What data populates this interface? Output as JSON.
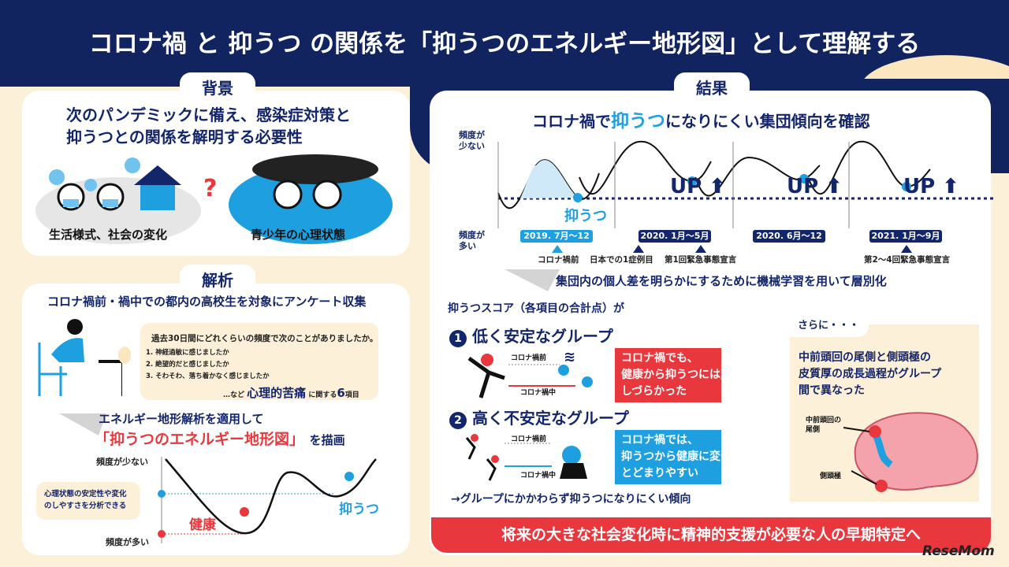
{
  "title": "コロナ禍 と 抑うつ の関係を「抑うつのエネルギー地形図」として理解する",
  "background": {
    "tab": "背景",
    "heading_line1": "次のパンデミックに備え、感染症対策と",
    "heading_line2": "抑うつとの関係を解明する必要性",
    "left_label": "生活様式、社会の変化",
    "right_label": "青少年の心理状態",
    "question": "?"
  },
  "analysis": {
    "tab": "解析",
    "heading": "コロナ禍前・禍中での都内の高校生を対象にアンケート収集",
    "survey_question": "過去30日間にどれくらいの頻度で次のことがありましたか。",
    "items": [
      "1. 神経過敏に感じましたか",
      "2. 絶望的だと感じましたか",
      "3. そわそわ、落ち着かなく感じましたか"
    ],
    "etc_prefix": "…など",
    "etc_keyword": "心理的苦痛",
    "etc_suffix": "に関する",
    "etc_count": "6",
    "etc_unit": "項目",
    "apply_line": "エネルギー地形解析を適用して",
    "map_title": "「抑うつのエネルギー地形図」",
    "map_suffix": "を描画",
    "axis_top": "頻度が少ない",
    "axis_bottom": "頻度が多い",
    "note": "心理状態の安定性や変化のしやすさを分析できる",
    "healthy": "健康",
    "depressed": "抑うつ"
  },
  "results": {
    "tab": "結果",
    "heading_pre": "コロナ禍で",
    "heading_key": "抑うつ",
    "heading_post": "になりにくい集団傾向を確認",
    "axis_top": "頻度が少ない",
    "axis_bottom": "頻度が多い",
    "depressed": "抑うつ",
    "up": "UP",
    "periods": [
      "2019. 7月～12月",
      "2020. 1月～5月",
      "2020. 6月～12月",
      "2021. 1月～9月"
    ],
    "events": [
      "コロナ禍前",
      "日本での1症例目",
      "第1回緊急事態宣言",
      "第2～4回緊急事態宣言"
    ],
    "stratify": "集団内の個人差を明らかにするために機械学習を用いて層別化",
    "score_label": "抑うつスコア（各項目の合計点）が",
    "group1": {
      "num": "1",
      "title": "低く安定なグループ",
      "before": "コロナ禍前",
      "during": "コロナ禍中",
      "result": [
        "コロナ禍でも、",
        "健康から抑うつには変化",
        "しづらかった"
      ]
    },
    "group2": {
      "num": "2",
      "title": "高く不安定なグループ",
      "before": "コロナ禍前",
      "during": "コロナ禍中",
      "result": [
        "コロナ禍では、",
        "抑うつから健康に変化して",
        "とどまりやすい"
      ]
    },
    "conclusion": "→グループにかかわらず抑うつになりにくい傾向",
    "further": {
      "tab": "さらに・・・",
      "text": [
        "中前頭回の尾側と側頭極の",
        "皮質厚の成長過程がグループ",
        "間で異なった"
      ],
      "label1": "中前頭回の尾側",
      "label2": "側頭極"
    },
    "banner": "将来の大きな社会変化時に精神的支援が必要な人の早期特定へ"
  },
  "logo": "ReseMom",
  "colors": {
    "navy": "#13256b",
    "blue": "#1ea0e0",
    "red": "#e8383d",
    "cream": "#fdf0d8"
  }
}
